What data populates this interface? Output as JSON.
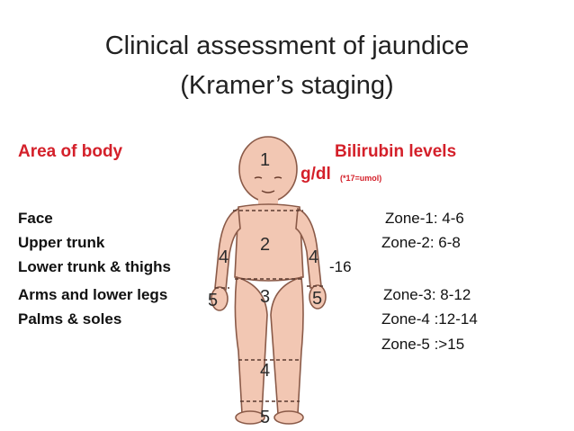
{
  "title": {
    "line1": "Clinical assessment of jaundice",
    "line2": "(Kramer’s staging)"
  },
  "headers": {
    "area": "Area of body",
    "levels": "Bilirubin levels",
    "unit": "g/dl",
    "unit_note": "(*17=umol)"
  },
  "areas": [
    "Face",
    "Upper trunk",
    "Lower trunk & thighs",
    "Arms and lower legs",
    "Palms & soles"
  ],
  "zones": [
    "Zone-1: 4-6",
    "Zone-2: 6-8",
    "Zone-3: 8-12",
    "Zone-4 :12-14",
    "Zone-5 :>15"
  ],
  "overlap_fragment": "-16",
  "figure": {
    "zone_labels": [
      "1",
      "2",
      "3",
      "4",
      "5",
      "4",
      "5",
      "4",
      "5"
    ],
    "skin_color": "#f2c7b3",
    "line_color": "#8a5a48"
  }
}
